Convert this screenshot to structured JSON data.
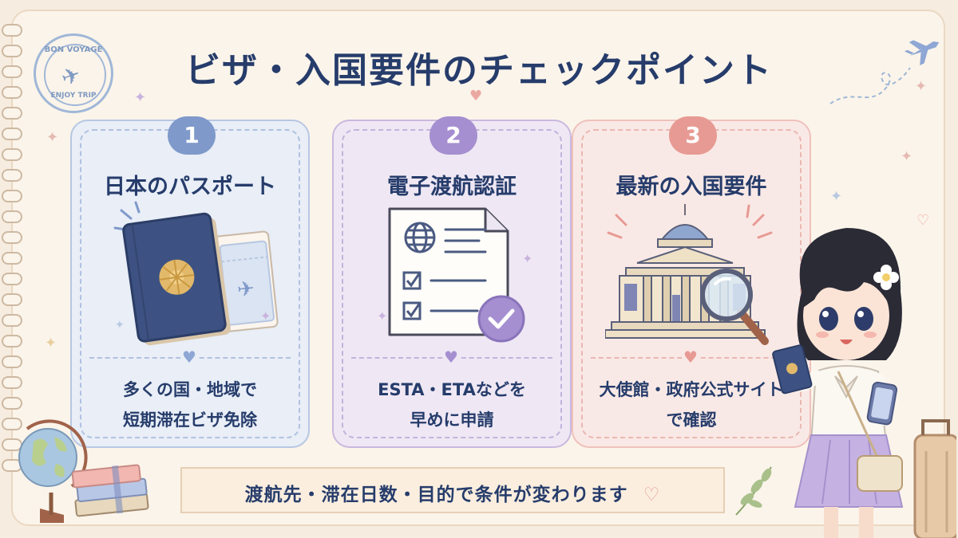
{
  "title": "ビザ・入国要件のチェックポイント",
  "stamp": {
    "top_text": "BON VOYAGE",
    "bottom_text": "ENJOY TRIP",
    "icon": "airplane-icon"
  },
  "cards": [
    {
      "number": "1",
      "title": "日本のパスポート",
      "illustration": "passport-icon",
      "description_lines": [
        "多くの国・地域で",
        "短期滞在ビザ免除"
      ],
      "accent": "#7f99ca"
    },
    {
      "number": "2",
      "title": "電子渡航認証",
      "illustration": "checklist-document-icon",
      "description_lines": [
        "ESTA・ETAなどを",
        "早めに申請"
      ],
      "accent": "#a58fd0"
    },
    {
      "number": "3",
      "title": "最新の入国要件",
      "illustration": "embassy-building-icon",
      "description_lines": [
        "大使館・政府公式サイト",
        "で確認"
      ],
      "accent": "#e79a93"
    }
  ],
  "banner": {
    "text": "渡航先・滞在日数・目的で条件が変わります",
    "icon": "heart-icon"
  },
  "colors": {
    "title": "#263c6b",
    "background": "#fbf4ea",
    "blue": "#7f99ca",
    "purple": "#a58fd0",
    "pink": "#e79a93"
  }
}
